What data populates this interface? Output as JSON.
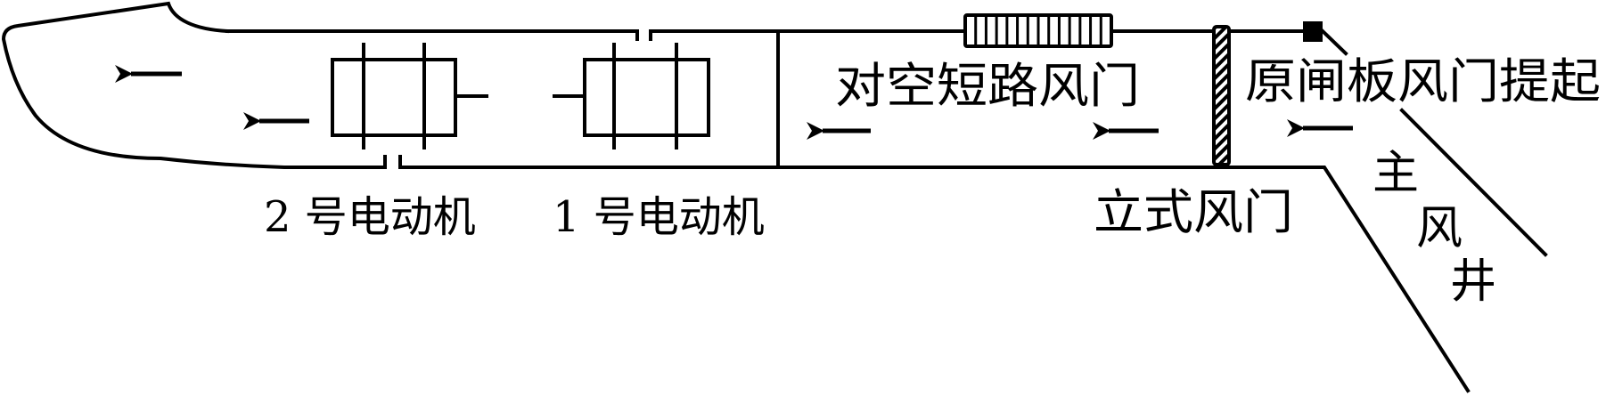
{
  "labels": {
    "motor2": "2 号电动机",
    "motor1": "1 号电动机",
    "short_circuit_door": "对空短路风门",
    "gate_door_raised": "原闸板风门提起",
    "vertical_door": "立式风门",
    "main_shaft": [
      "主",
      "风",
      "井"
    ]
  },
  "colors": {
    "stroke": "#000000",
    "background": "#ffffff"
  }
}
